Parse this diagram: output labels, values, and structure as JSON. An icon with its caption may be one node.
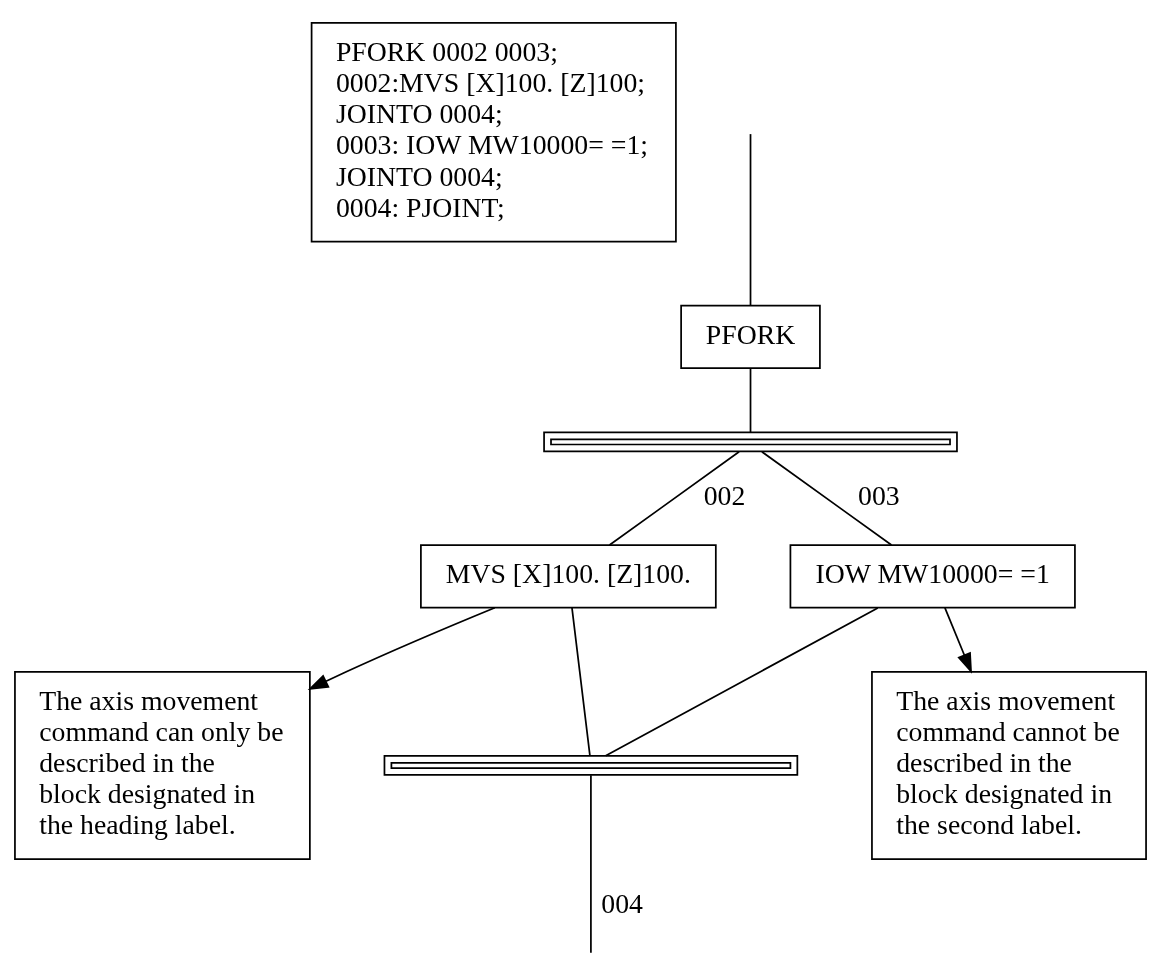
{
  "diagram": {
    "nodes": [
      {
        "text": [
          "PFORK 0002 0003;",
          "0002:MVS [X]100. [Z]100;",
          "JOINTO 0004;",
          "0003: IOW MW10000= =1;",
          "JOINTO 0004;",
          "0004: PJOINT;"
        ]
      },
      {
        "text": [
          "PFORK"
        ]
      },
      {
        "text": [
          "MVS [X]100. [Z]100."
        ]
      },
      {
        "text": [
          "IOW MW10000= =1"
        ]
      },
      {
        "text": [
          "The axis movement command can only be described in the block designated in the heading label."
        ]
      },
      {
        "text": [
          "The axis movement command cannot be described in the block designated in the second label."
        ]
      },
      {
        "text": [],
        "shape": "bar"
      },
      {
        "text": [],
        "shape": "bar"
      }
    ],
    "edges": [
      {
        "from": null,
        "to": 1,
        "arrow": "none"
      },
      {
        "from": 1,
        "to": 6,
        "arrow": "none"
      },
      {
        "from": 6,
        "to": 2,
        "arrow": "none",
        "label": "002"
      },
      {
        "from": 6,
        "to": 3,
        "arrow": "none",
        "label": "003"
      },
      {
        "from": 2,
        "to": 7,
        "arrow": "none"
      },
      {
        "from": 3,
        "to": 7,
        "arrow": "none"
      },
      {
        "from": 7,
        "to": null,
        "arrow": "none",
        "label": "004"
      },
      {
        "from": 2,
        "to": 4,
        "arrow": "to"
      },
      {
        "from": 3,
        "to": 5,
        "arrow": "to"
      }
    ]
  }
}
